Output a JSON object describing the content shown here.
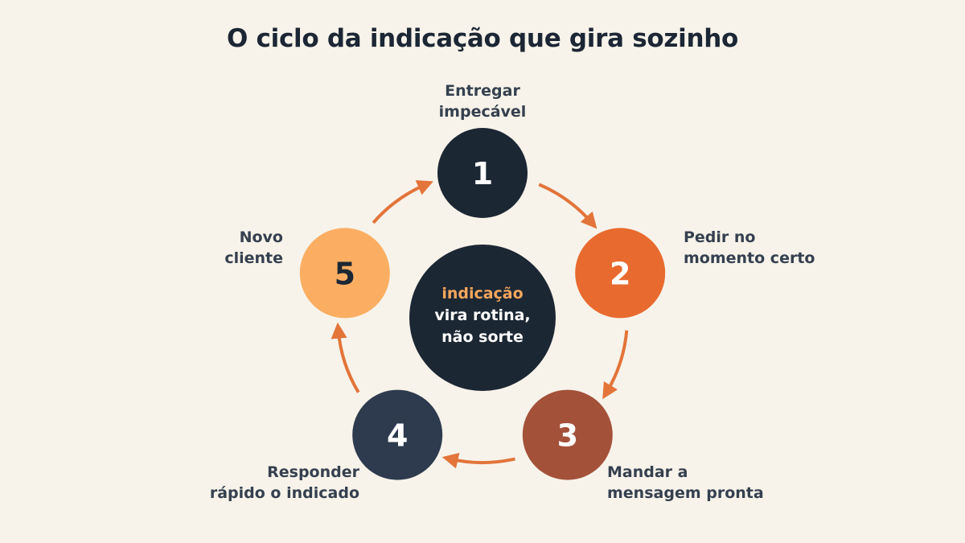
{
  "title": "O ciclo da indicação que gira sozinho",
  "center": {
    "highlight": "indicação",
    "line2": "vira rotina,",
    "line3": "não sorte"
  },
  "steps": [
    {
      "number": "1",
      "label_lines": [
        "Entregar",
        "impecável"
      ],
      "color": "#1c2734",
      "text_color": "#ffffff"
    },
    {
      "number": "2",
      "label_lines": [
        "Pedir no",
        "momento certo"
      ],
      "color": "#e86a2e",
      "text_color": "#ffffff"
    },
    {
      "number": "3",
      "label_lines": [
        "Mandar a",
        "mensagem pronta"
      ],
      "color": "#a4513a",
      "text_color": "#ffffff"
    },
    {
      "number": "4",
      "label_lines": [
        "Responder",
        "rápido o indicado"
      ],
      "color": "#2e3b4e",
      "text_color": "#ffffff"
    },
    {
      "number": "5",
      "label_lines": [
        "Novo",
        "cliente"
      ],
      "color": "#fbae62",
      "text_color": "#1c2734"
    }
  ],
  "colors": {
    "arrow": "#e3743a",
    "center_fill": "#1c2734",
    "highlight": "#f6a65d",
    "center_text": "#ffffff",
    "background": "#f7f3ea"
  }
}
